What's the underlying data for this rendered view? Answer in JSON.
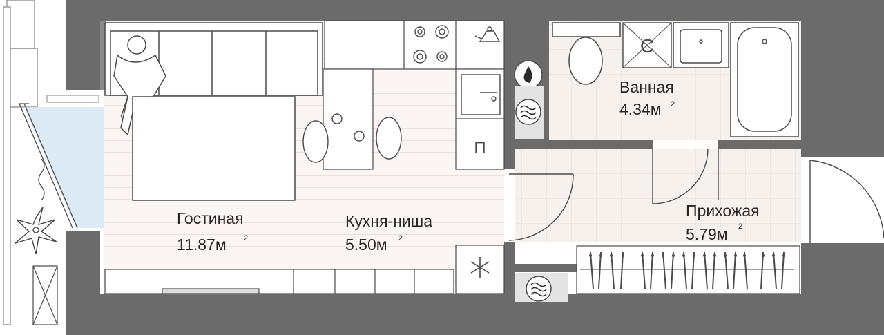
{
  "rooms": {
    "living": {
      "name": "Гостиная",
      "area": "11.87м",
      "unit_sup": "2"
    },
    "kitchen": {
      "name": "Кухня-ниша",
      "area": "5.50м",
      "unit_sup": "2"
    },
    "bathroom": {
      "name": "Ванная",
      "area": "4.34м",
      "unit_sup": "2"
    },
    "hallway": {
      "name": "Прихожая",
      "area": "5.79м",
      "unit_sup": "2"
    }
  },
  "fixtures": {
    "boiler_letter": "С",
    "dishwasher_letter": "П"
  },
  "icons": [
    "person-icon",
    "stove-icon",
    "kettle-icon",
    "sink-icon",
    "gas-icon",
    "heater-icon",
    "washing-machine-icon",
    "toilet-icon",
    "bathtub-icon",
    "fridge-snowflake-icon",
    "plant-icon",
    "door-swing-icon",
    "hanger-icon"
  ],
  "colors": {
    "wall": "#6b6b6b",
    "floor_tile": "#f5efec",
    "living_floor": "#fbf6f3",
    "window_glass": "#cfe1ef",
    "text": "#2e2420",
    "outline": "#4a4a4a"
  }
}
